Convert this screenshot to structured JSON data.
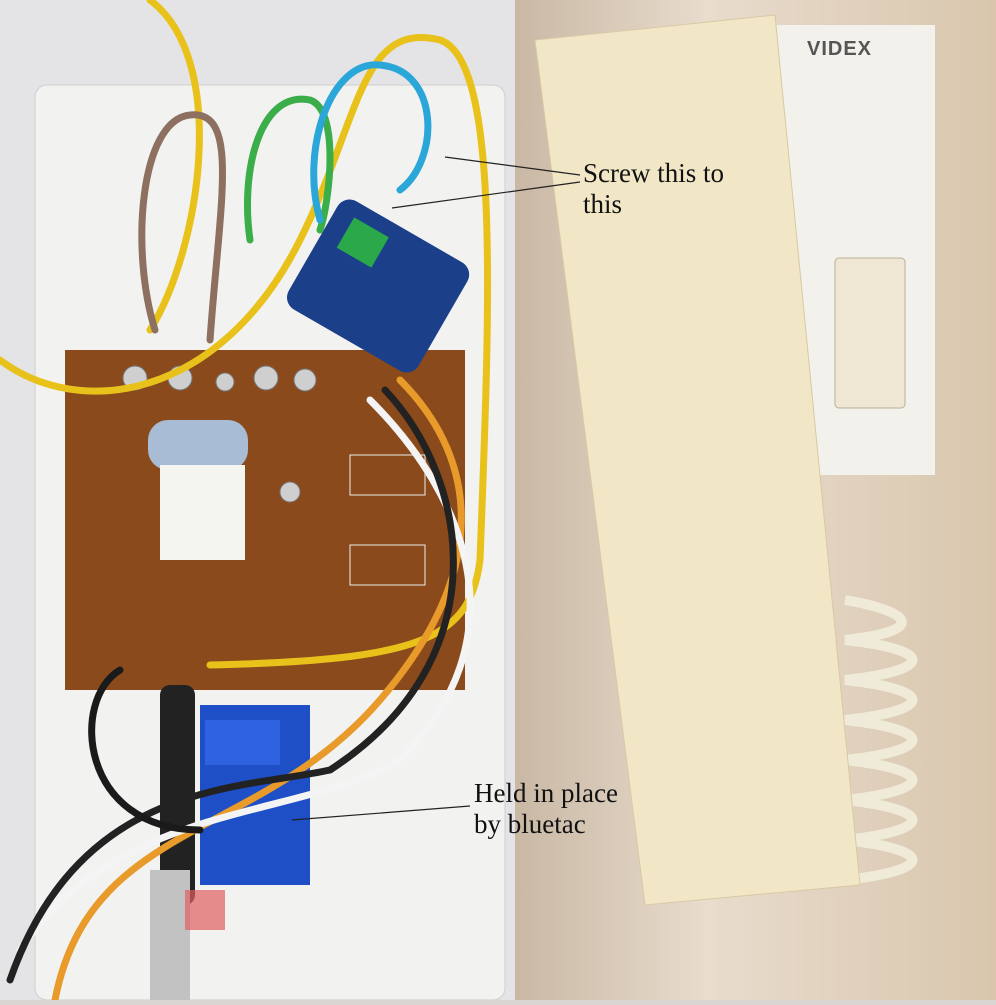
{
  "annotations": {
    "screw": [
      "Screw this to",
      "this"
    ],
    "bluetac": [
      "Held in place",
      "by bluetac"
    ]
  },
  "handset_brand": "VIDEX",
  "colors": {
    "pcb": "#8a4a1c",
    "sensor_board": "#1c3f8a",
    "relay": "#1e4fc7",
    "handset": "#f1e6c6"
  }
}
